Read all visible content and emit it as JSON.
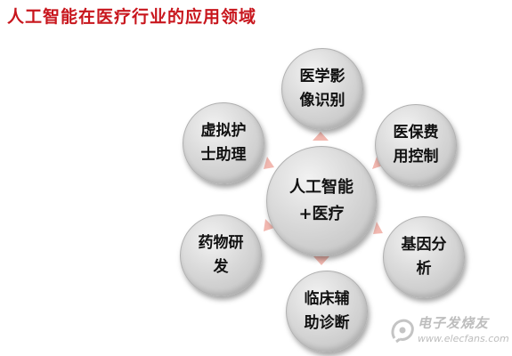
{
  "title": "人工智能在医疗行业的应用领域",
  "center": {
    "line1": "人工智能",
    "line2": "+医疗"
  },
  "nodes": {
    "imaging": {
      "line1": "医学影",
      "line2": "像识别"
    },
    "insurance": {
      "line1": "医保费",
      "line2": "用控制"
    },
    "genetic": {
      "line1": "基因分",
      "line2": "析"
    },
    "clinical": {
      "line1": "临床辅",
      "line2": "助诊断"
    },
    "drug": {
      "line1": "药物研",
      "line2": "发"
    },
    "nurse": {
      "line1": "虚拟护",
      "line2": "士助理"
    }
  },
  "watermark": {
    "name": "电子发烧友",
    "url": "www.elecfans.com"
  },
  "colors": {
    "title": "#c8161d",
    "arrow": "#f2b8b0",
    "circle": "#d9d9d9"
  }
}
